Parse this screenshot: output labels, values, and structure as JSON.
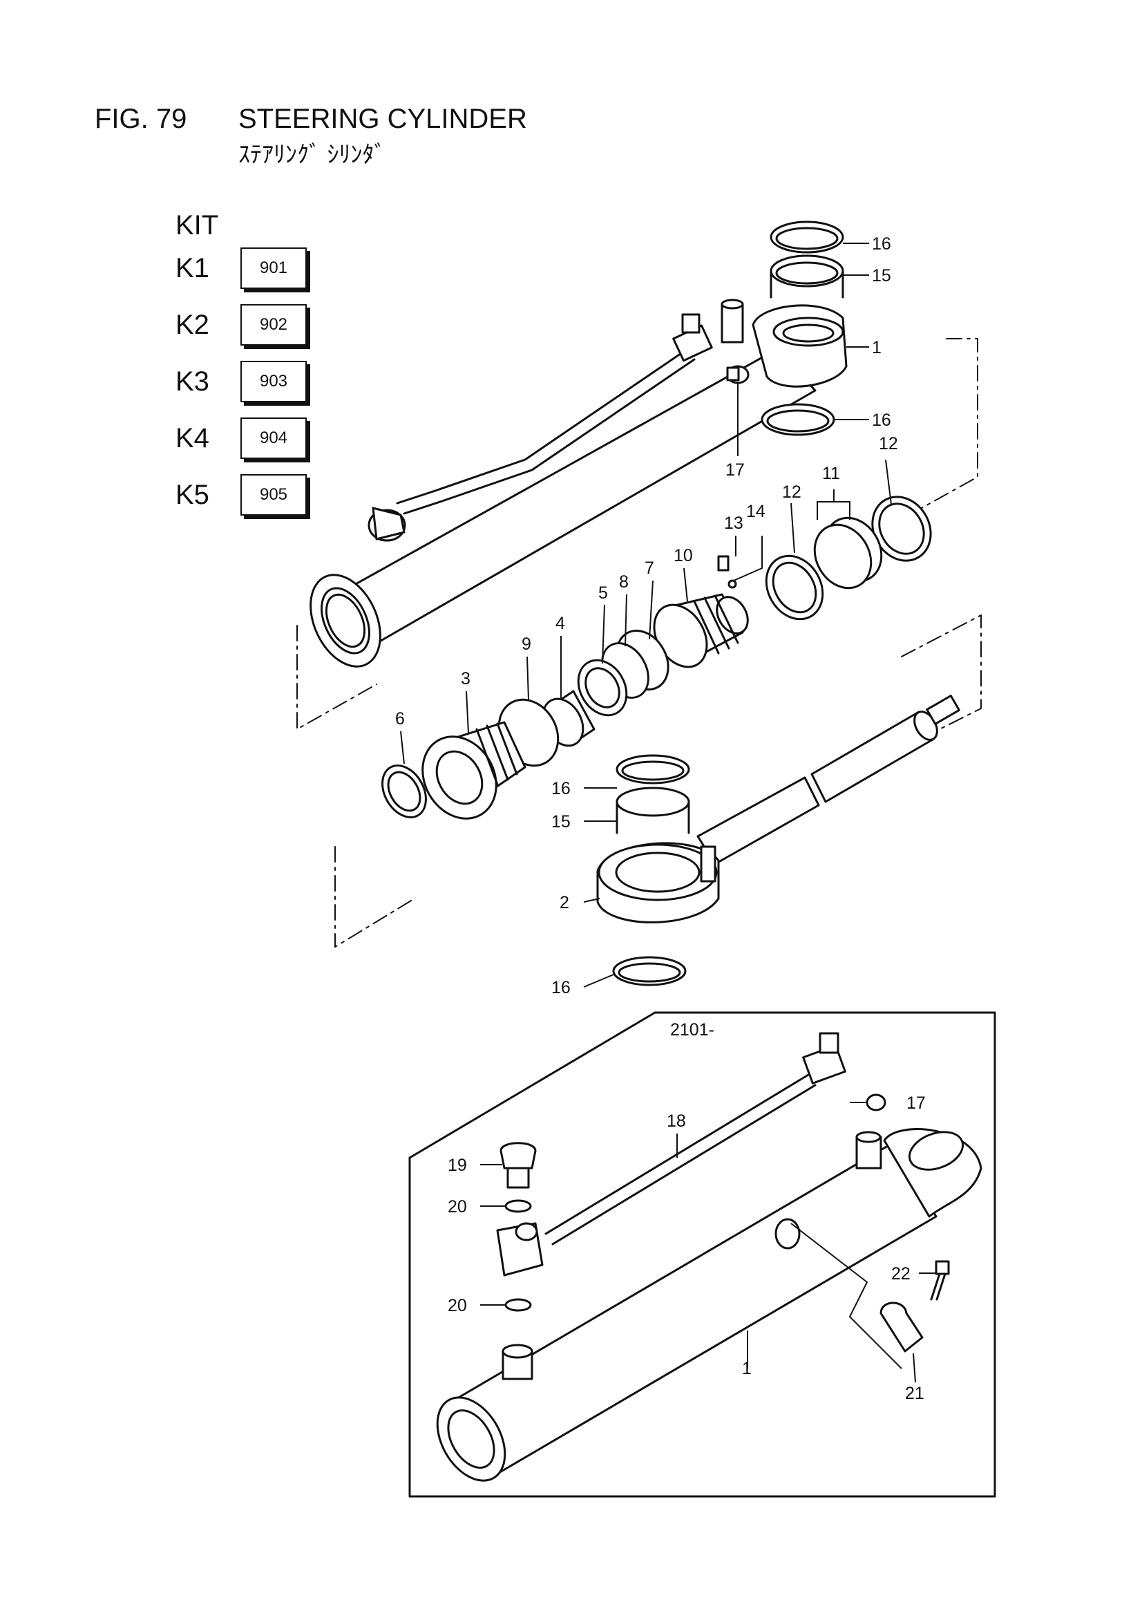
{
  "header": {
    "fig_no": "FIG. 79",
    "title": "STEERING CYLINDER",
    "subtitle": "ｽﾃｱﾘﾝｸﾞ ｼﾘﾝﾀﾞ"
  },
  "kit": {
    "heading": "KIT",
    "items": [
      {
        "label": "K1",
        "code": "901"
      },
      {
        "label": "K2",
        "code": "902"
      },
      {
        "label": "K3",
        "code": "903"
      },
      {
        "label": "K4",
        "code": "904"
      },
      {
        "label": "K5",
        "code": "905"
      }
    ]
  },
  "callouts": {
    "c1a": "1",
    "c15a": "15",
    "c16a": "16",
    "c16b": "16",
    "c17a": "17",
    "c12a": "12",
    "c12b": "12",
    "c11": "11",
    "c13": "13",
    "c14": "14",
    "c10": "10",
    "c7": "7",
    "c8": "8",
    "c5": "5",
    "c4": "4",
    "c9": "9",
    "c3": "3",
    "c6": "6",
    "c16c": "16",
    "c15b": "15",
    "c2": "2",
    "c16d": "16",
    "c17b": "17",
    "c18": "18",
    "c19": "19",
    "c20a": "20",
    "c20b": "20",
    "c22": "22",
    "c1b": "1",
    "c21": "21"
  },
  "inset": {
    "serial": "2101-"
  }
}
